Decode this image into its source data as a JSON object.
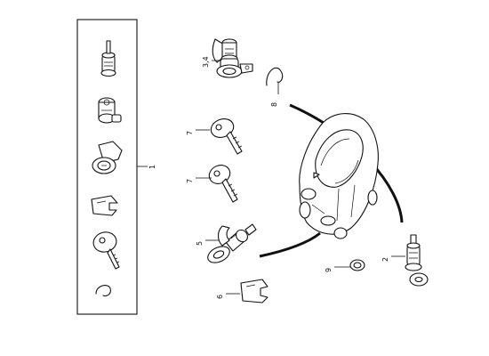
{
  "diagram": {
    "type": "exploded-parts-diagram",
    "callouts": {
      "c1": "1",
      "c2": "2",
      "c34": "3,4",
      "c5": "5",
      "c6": "6",
      "c7a": "7",
      "c7b": "7",
      "c8": "8",
      "c9": "9"
    },
    "parts": [
      {
        "id": "lock-kit",
        "callout": "1"
      },
      {
        "id": "fuel-flap-lock-cylinder",
        "callout": "2"
      },
      {
        "id": "door-lock-cylinder",
        "callout": "3,4"
      },
      {
        "id": "ignition-lock-cylinder",
        "callout": "5"
      },
      {
        "id": "cylinder-retaining-clip",
        "callout": "6"
      },
      {
        "id": "key",
        "callout": "7"
      },
      {
        "id": "spring-clip",
        "callout": "8"
      },
      {
        "id": "seal-ring",
        "callout": "9"
      }
    ]
  }
}
